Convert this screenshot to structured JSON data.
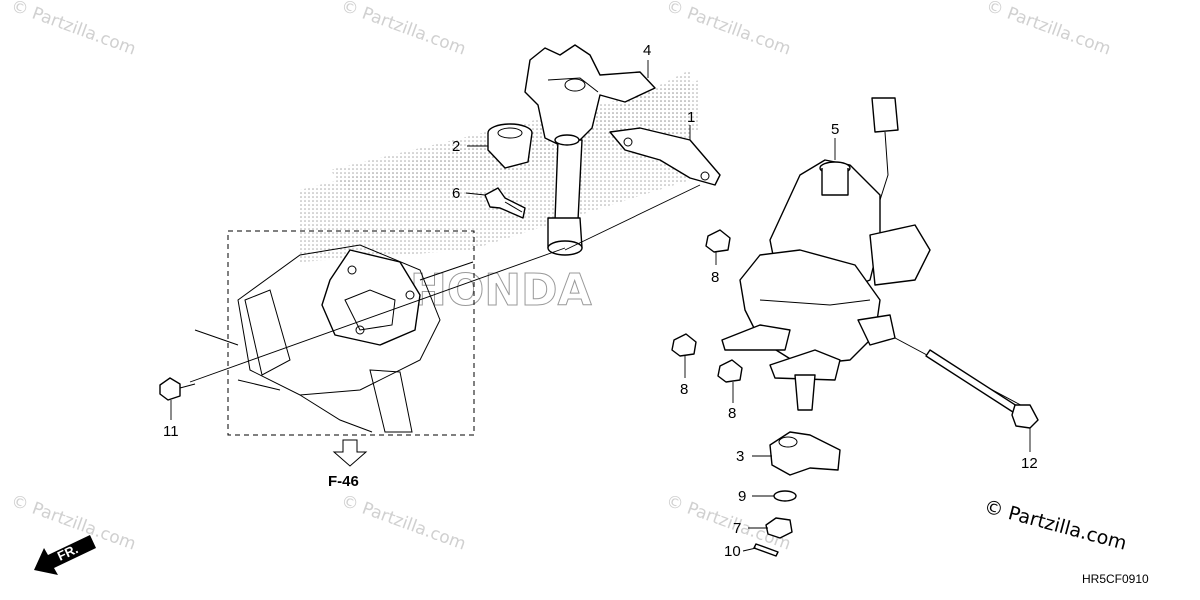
{
  "watermark": {
    "text": "© Partzilla.com"
  },
  "brand_watermark": "HONDA",
  "callouts": [
    "1",
    "2",
    "3",
    "4",
    "5",
    "6",
    "7",
    "8",
    "8",
    "8",
    "9",
    "10",
    "11",
    "12"
  ],
  "reference": {
    "label": "F-46"
  },
  "direction": {
    "label": "FR."
  },
  "copyright": "© Partzilla.com",
  "diagram_code": "HR5CF0910"
}
